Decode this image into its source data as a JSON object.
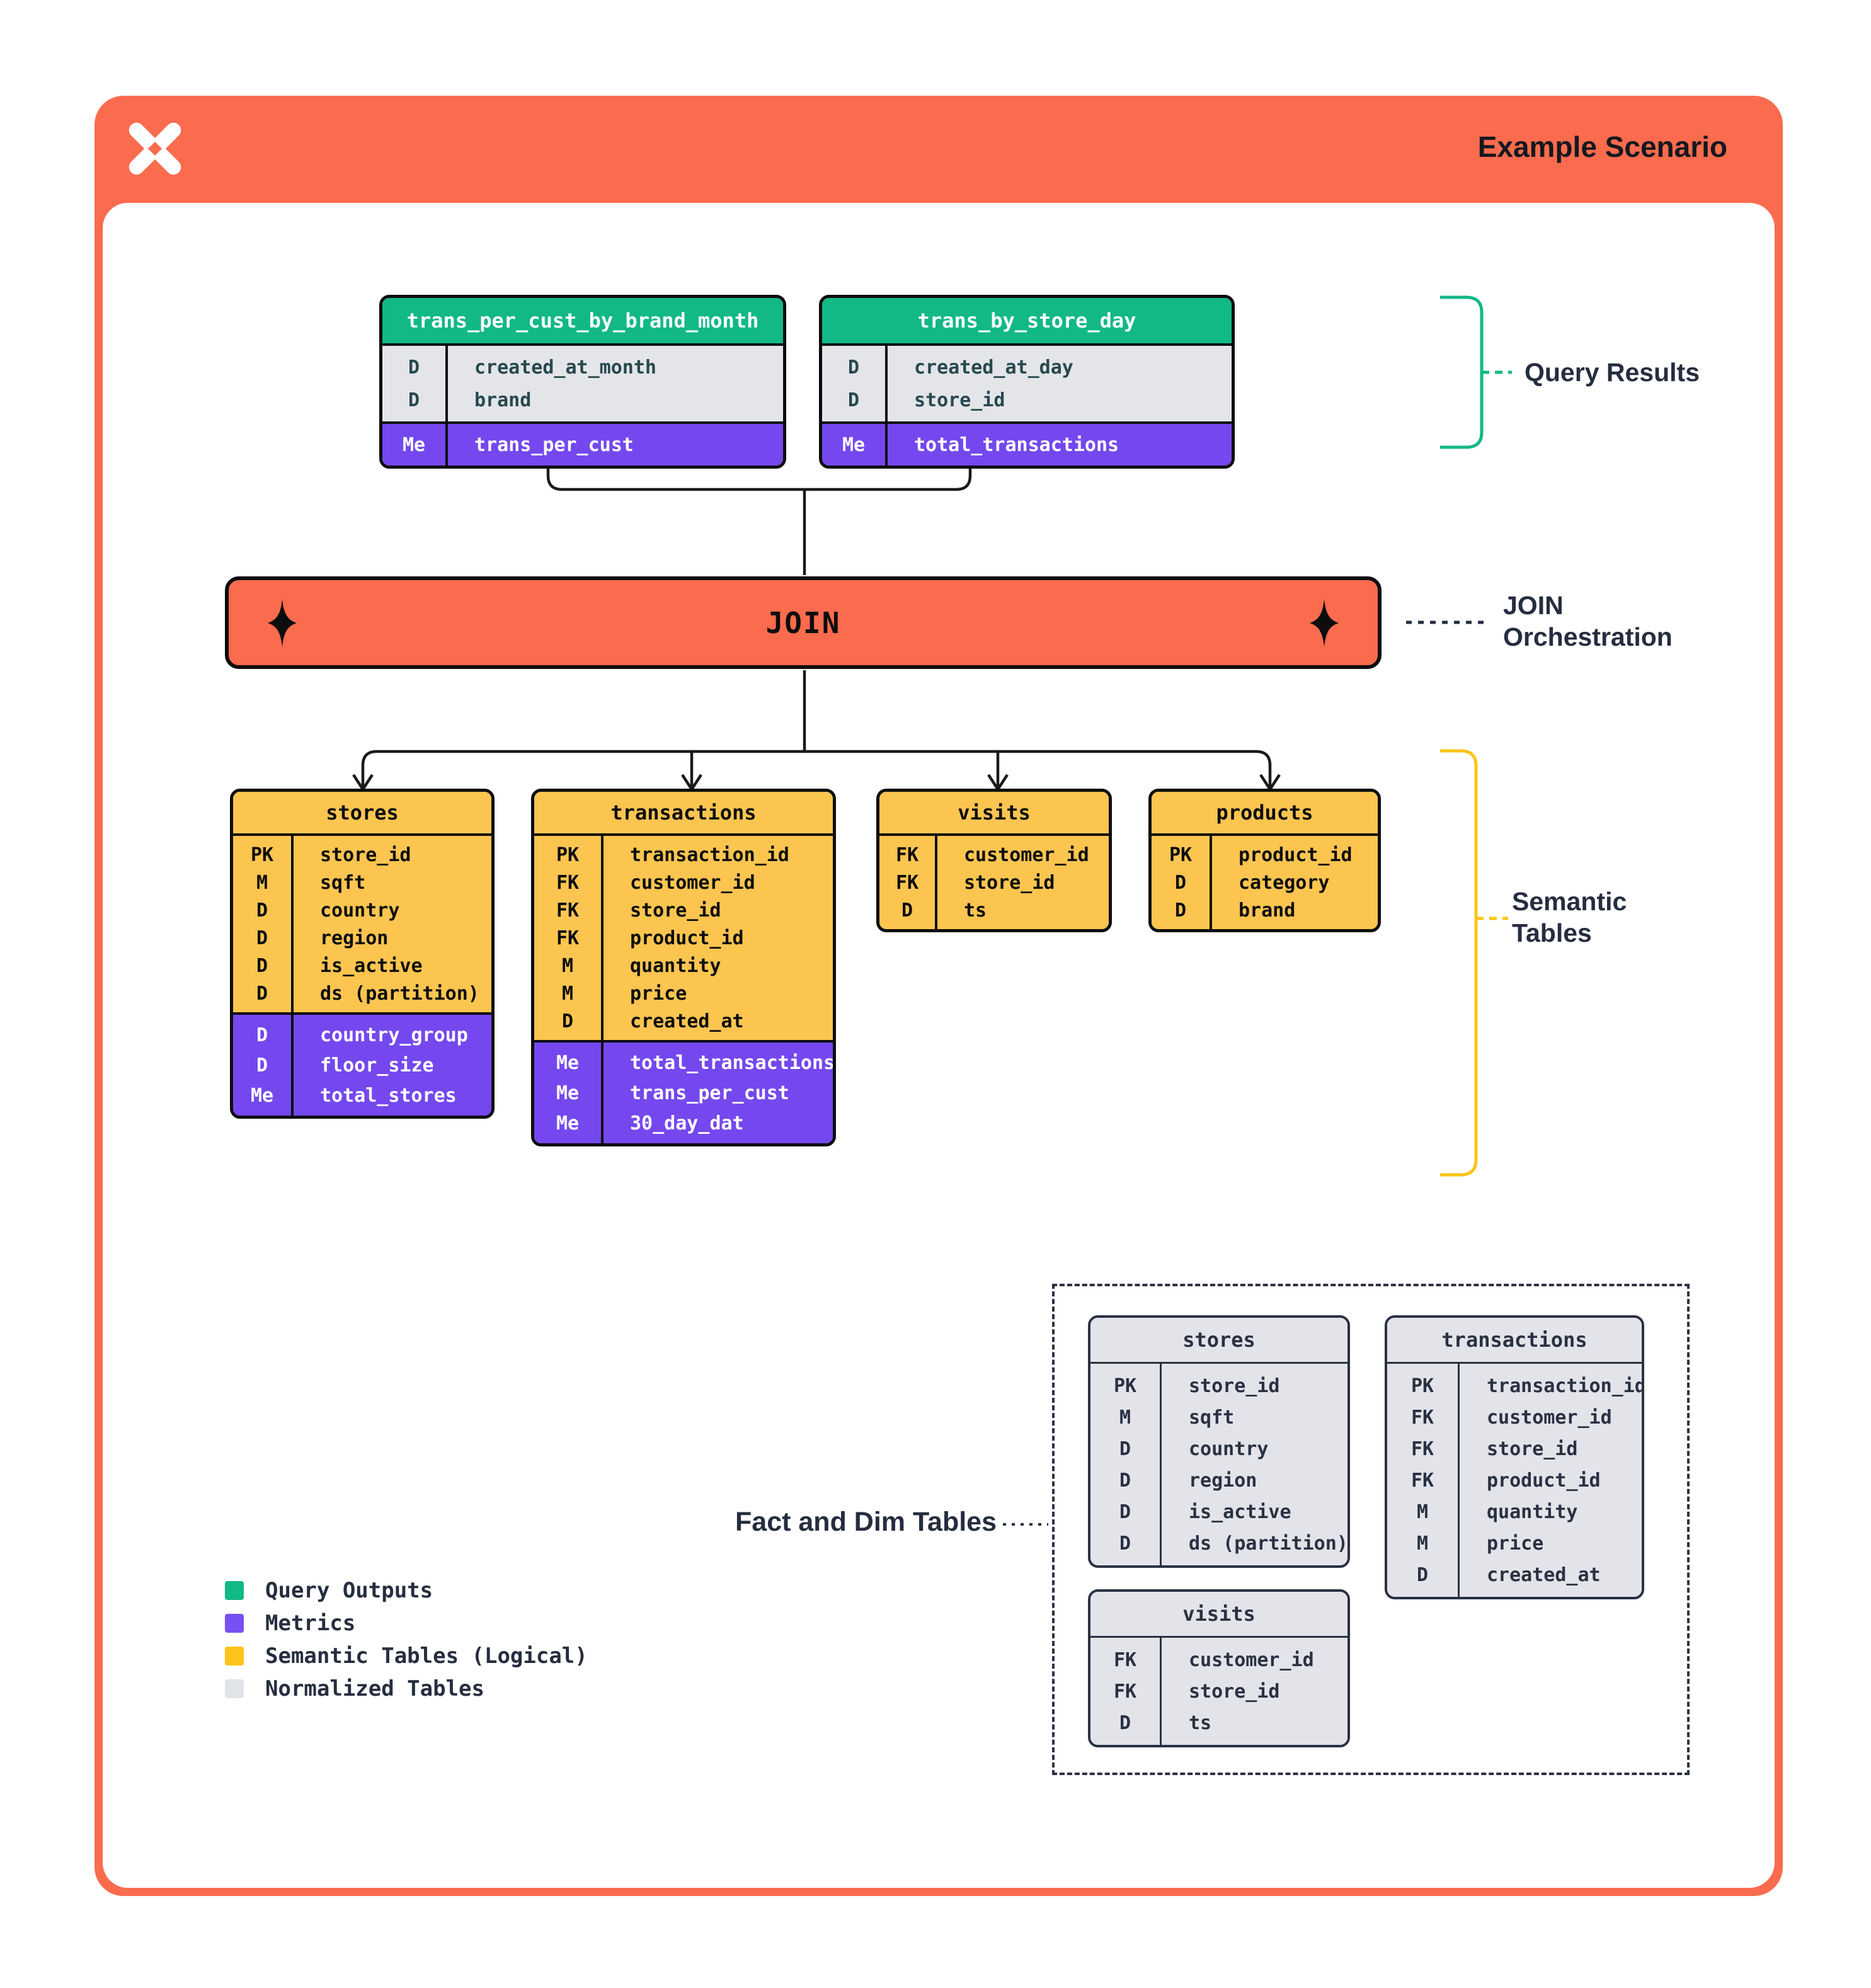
{
  "colors": {
    "orange": "#FB6B4E",
    "query_green": "#12B886",
    "metric_purple": "#7448EE",
    "semantic_yellow": "#FBC550",
    "normalized_gray": "#E2E4E9",
    "navy_text": "#262D40",
    "line_black": "#0D0D0D"
  },
  "header": {
    "title": "Example Scenario"
  },
  "join_bar": {
    "label": "JOIN"
  },
  "annotations": {
    "query_results": "Query Results",
    "join_line1": "JOIN",
    "join_line2": "Orchestration",
    "semantic_line1": "Semantic",
    "semantic_line2": "Tables",
    "fact_dim": "Fact and Dim Tables"
  },
  "query_tables": [
    {
      "name": "trans_per_cust_by_brand_month",
      "body": [
        [
          "D",
          "created_at_month"
        ],
        [
          "D",
          "brand"
        ]
      ],
      "metrics": [
        [
          "Me",
          "trans_per_cust"
        ]
      ]
    },
    {
      "name": "trans_by_store_day",
      "body": [
        [
          "D",
          "created_at_day"
        ],
        [
          "D",
          "store_id"
        ]
      ],
      "metrics": [
        [
          "Me",
          "total_transactions"
        ]
      ]
    }
  ],
  "semantic_tables": [
    {
      "name": "stores",
      "body": [
        [
          "PK",
          "store_id"
        ],
        [
          "M",
          "sqft"
        ],
        [
          "D",
          "country"
        ],
        [
          "D",
          "region"
        ],
        [
          "D",
          "is_active"
        ],
        [
          "D",
          "ds (partition)"
        ]
      ],
      "metrics": [
        [
          "D",
          "country_group"
        ],
        [
          "D",
          "floor_size"
        ],
        [
          "Me",
          "total_stores"
        ]
      ]
    },
    {
      "name": "transactions",
      "body": [
        [
          "PK",
          "transaction_id"
        ],
        [
          "FK",
          "customer_id"
        ],
        [
          "FK",
          "store_id"
        ],
        [
          "FK",
          "product_id"
        ],
        [
          "M",
          "quantity"
        ],
        [
          "M",
          "price"
        ],
        [
          "D",
          "created_at"
        ]
      ],
      "metrics": [
        [
          "Me",
          "total_transactions"
        ],
        [
          "Me",
          "trans_per_cust"
        ],
        [
          "Me",
          "30_day_dat"
        ]
      ]
    },
    {
      "name": "visits",
      "body": [
        [
          "FK",
          "customer_id"
        ],
        [
          "FK",
          "store_id"
        ],
        [
          "D",
          "ts"
        ]
      ]
    },
    {
      "name": "products",
      "body": [
        [
          "PK",
          "product_id"
        ],
        [
          "D",
          "category"
        ],
        [
          "D",
          "brand"
        ]
      ]
    }
  ],
  "normalized_tables": [
    {
      "name": "stores",
      "body": [
        [
          "PK",
          "store_id"
        ],
        [
          "M",
          "sqft"
        ],
        [
          "D",
          "country"
        ],
        [
          "D",
          "region"
        ],
        [
          "D",
          "is_active"
        ],
        [
          "D",
          "ds (partition)"
        ]
      ]
    },
    {
      "name": "transactions",
      "body": [
        [
          "PK",
          "transaction_id"
        ],
        [
          "FK",
          "customer_id"
        ],
        [
          "FK",
          "store_id"
        ],
        [
          "FK",
          "product_id"
        ],
        [
          "M",
          "quantity"
        ],
        [
          "M",
          "price"
        ],
        [
          "D",
          "created_at"
        ]
      ]
    },
    {
      "name": "visits",
      "body": [
        [
          "FK",
          "customer_id"
        ],
        [
          "FK",
          "store_id"
        ],
        [
          "D",
          "ts"
        ]
      ]
    }
  ],
  "legend": {
    "items": [
      {
        "label": "Query Outputs",
        "color": "#12B886"
      },
      {
        "label": "Metrics",
        "color": "#7950F2"
      },
      {
        "label": "Semantic Tables (Logical)",
        "color": "#FCC419"
      },
      {
        "label": "Normalized Tables",
        "color": "#E0E3E8"
      }
    ]
  }
}
